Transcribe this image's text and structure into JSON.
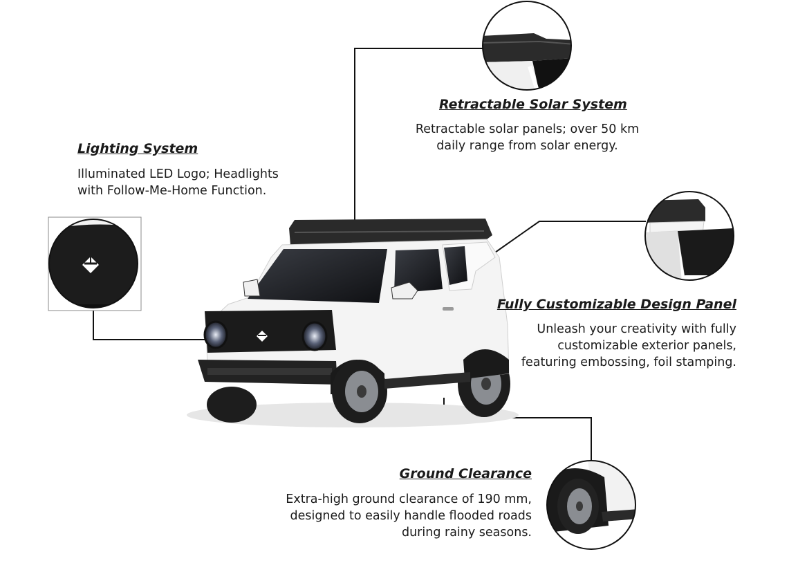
{
  "features": {
    "lighting": {
      "title": "Lighting System",
      "lines": [
        "Illuminated LED Logo; Headlights",
        "with Follow-Me-Home Function."
      ]
    },
    "solar": {
      "title": "Retractable Solar System",
      "lines": [
        "Retractable solar panels; over 50 km",
        "daily range from solar energy."
      ]
    },
    "panel": {
      "title": "Fully Customizable Design Panel",
      "lines": [
        "Unleash your creativity with fully",
        "customizable exterior panels,",
        "featuring embossing, foil stamping."
      ]
    },
    "clearance": {
      "title": "Ground Clearance",
      "lines": [
        "Extra-high ground clearance of 190 mm,",
        "designed to easily handle flooded roads",
        "during rainy seasons."
      ]
    }
  },
  "colors": {
    "body": "#f4f4f4",
    "trim": "#1e1e1e",
    "line": "#111111"
  }
}
